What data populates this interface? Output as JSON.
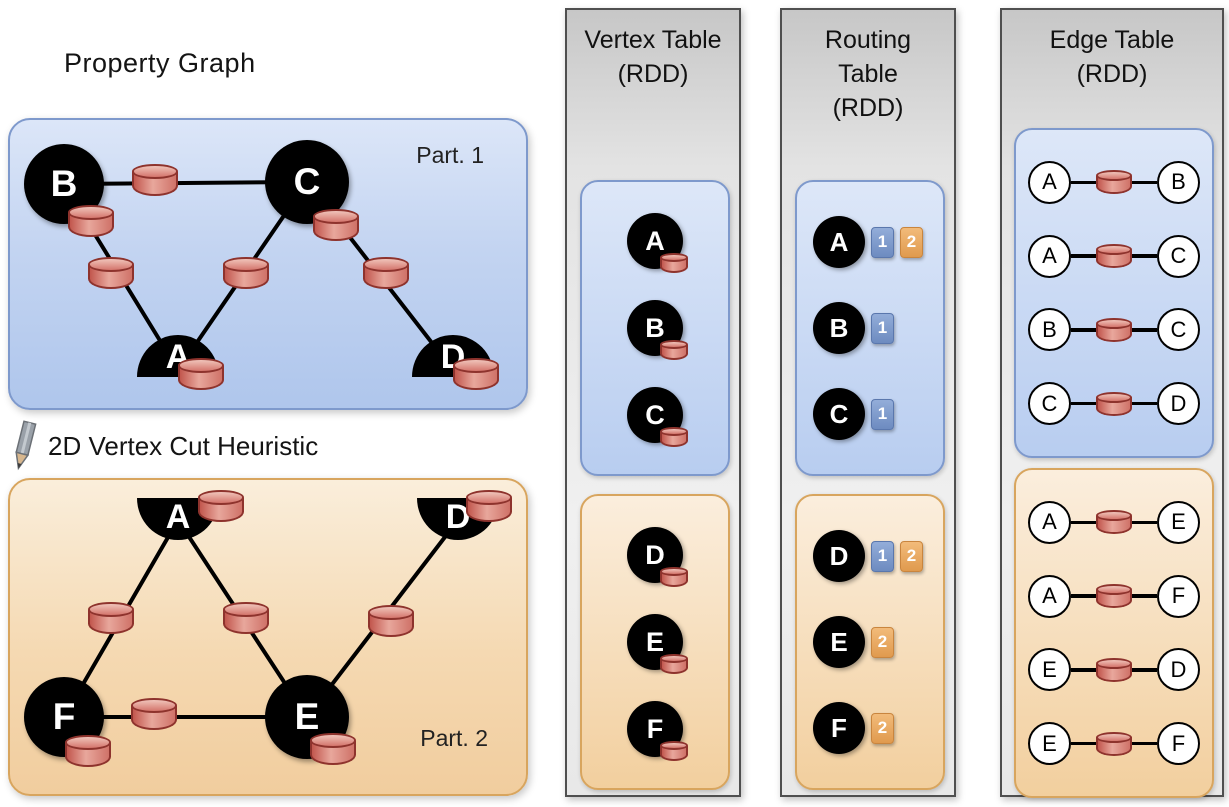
{
  "graph": {
    "title": "Property Graph",
    "heuristic_label": "2D Vertex Cut Heuristic",
    "part1": {
      "label": "Part. 1",
      "nodes": [
        {
          "id": "B",
          "label": "B"
        },
        {
          "id": "C",
          "label": "C"
        },
        {
          "id": "A",
          "label": "A"
        },
        {
          "id": "D",
          "label": "D"
        }
      ],
      "edges": [
        "B-C",
        "B-A",
        "C-A",
        "C-D"
      ]
    },
    "part2": {
      "label": "Part. 2",
      "nodes": [
        {
          "id": "A",
          "label": "A"
        },
        {
          "id": "D",
          "label": "D"
        },
        {
          "id": "F",
          "label": "F"
        },
        {
          "id": "E",
          "label": "E"
        }
      ],
      "edges": [
        "A-F",
        "A-E",
        "D-E",
        "F-E"
      ]
    }
  },
  "vertex_table": {
    "title_lines": [
      "Vertex Table",
      "(RDD)"
    ],
    "part1_vertices": [
      "A",
      "B",
      "C"
    ],
    "part2_vertices": [
      "D",
      "E",
      "F"
    ]
  },
  "routing_table": {
    "title_lines": [
      "Routing",
      "Table",
      "(RDD)"
    ],
    "part1_rows": [
      {
        "vertex": "A",
        "badges": [
          "1",
          "2"
        ]
      },
      {
        "vertex": "B",
        "badges": [
          "1"
        ]
      },
      {
        "vertex": "C",
        "badges": [
          "1"
        ]
      }
    ],
    "part2_rows": [
      {
        "vertex": "D",
        "badges": [
          "1",
          "2"
        ]
      },
      {
        "vertex": "E",
        "badges": [
          "2"
        ]
      },
      {
        "vertex": "F",
        "badges": [
          "2"
        ]
      }
    ]
  },
  "edge_table": {
    "title_lines": [
      "Edge Table",
      "(RDD)"
    ],
    "part1_rows": [
      {
        "from": "A",
        "to": "B"
      },
      {
        "from": "A",
        "to": "C"
      },
      {
        "from": "B",
        "to": "C"
      },
      {
        "from": "C",
        "to": "D"
      }
    ],
    "part2_rows": [
      {
        "from": "A",
        "to": "E"
      },
      {
        "from": "A",
        "to": "F"
      },
      {
        "from": "E",
        "to": "D"
      },
      {
        "from": "E",
        "to": "F"
      }
    ]
  },
  "colors": {
    "partition1_fill": "#c3d4f1",
    "partition1_border": "#7e99cc",
    "partition2_fill": "#f5d9b2",
    "partition2_border": "#d8a55e",
    "cylinder": "#d4756c",
    "badge_blue": "#6d8bc0",
    "badge_orange": "#e09a4e"
  }
}
